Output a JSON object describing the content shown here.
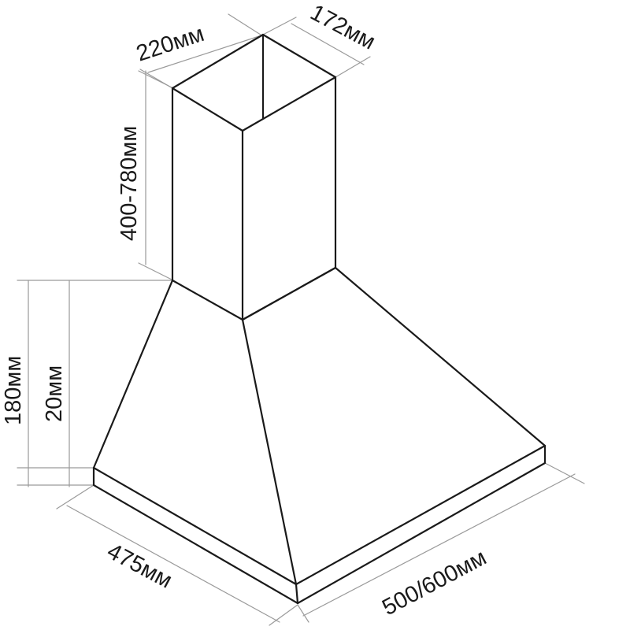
{
  "colors": {
    "outline": "#1a1a1a",
    "dimension_line": "#9a9a9a",
    "label": "#1a1a1a",
    "background": "#ffffff"
  },
  "dimensions": {
    "chimney_width": "220мм",
    "chimney_depth": "172мм",
    "chimney_height": "400-780мм",
    "total_canopy_height": "180мм",
    "rim_height": "20мм",
    "canopy_depth": "475мм",
    "canopy_width": "500/600мм"
  }
}
